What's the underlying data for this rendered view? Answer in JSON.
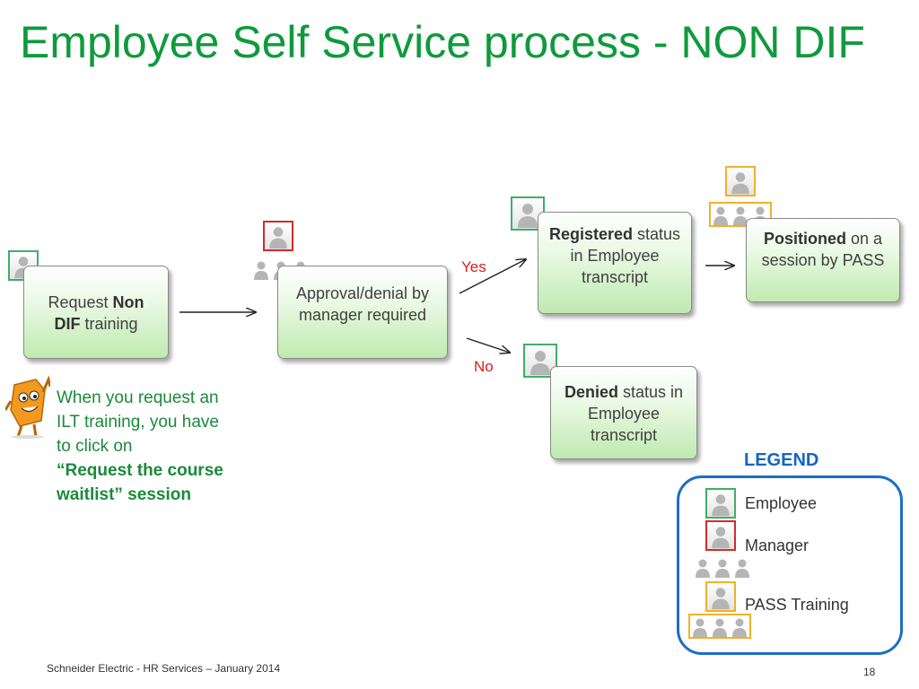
{
  "title": "Employee Self Service process - NON DIF",
  "boxes": {
    "request": {
      "pre": "Request ",
      "bold1": "Non",
      "bold2": "DIF",
      "post": " training"
    },
    "approval": {
      "text": "Approval/denial by manager required"
    },
    "registered": {
      "bold": "Registered",
      "rest": " status in Employee transcript"
    },
    "positioned": {
      "bold": "Positioned",
      "rest": " on a session by PASS"
    },
    "denied": {
      "bold": "Denied",
      "rest": " status in Employee transcript"
    }
  },
  "branches": {
    "yes": "Yes",
    "no": "No"
  },
  "note": {
    "text": "When you request an ILT training, you have to click on",
    "emphasis": "“Request the course waitlist” session"
  },
  "legend": {
    "title": "LEGEND",
    "employee": "Employee",
    "manager": "Manager",
    "pass": "PASS Training"
  },
  "colors": {
    "title": "#0f9a3c",
    "employee_border": "#3fae6a",
    "manager_border": "#d62a2a",
    "pass_border": "#f0b12a",
    "legend": "#1a6fc4"
  },
  "footer": {
    "text": "Schneider Electric - HR Services – January 2014",
    "page": "18"
  },
  "icons": [
    "person-icon",
    "mascot-icon",
    "arrow-right-icon"
  ]
}
